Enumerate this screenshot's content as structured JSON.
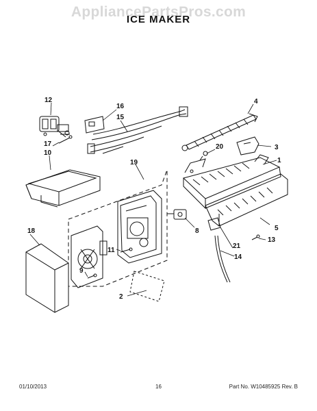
{
  "header": {
    "watermark": "AppliancePartsPros.com",
    "title": "ICE MAKER"
  },
  "callouts": {
    "c1": "1",
    "c2": "2",
    "c3": "3",
    "c4": "4",
    "c5": "5",
    "c8": "8",
    "c9": "9",
    "c10": "10",
    "c11": "11",
    "c12": "12",
    "c13": "13",
    "c14": "14",
    "c15": "15",
    "c16": "16",
    "c17": "17",
    "c18": "18",
    "c19": "19",
    "c20": "20",
    "c21": "21"
  },
  "footer": {
    "date": "01/10/2013",
    "page": "16",
    "part_number": "Part No. W10485925  Rev. B"
  }
}
